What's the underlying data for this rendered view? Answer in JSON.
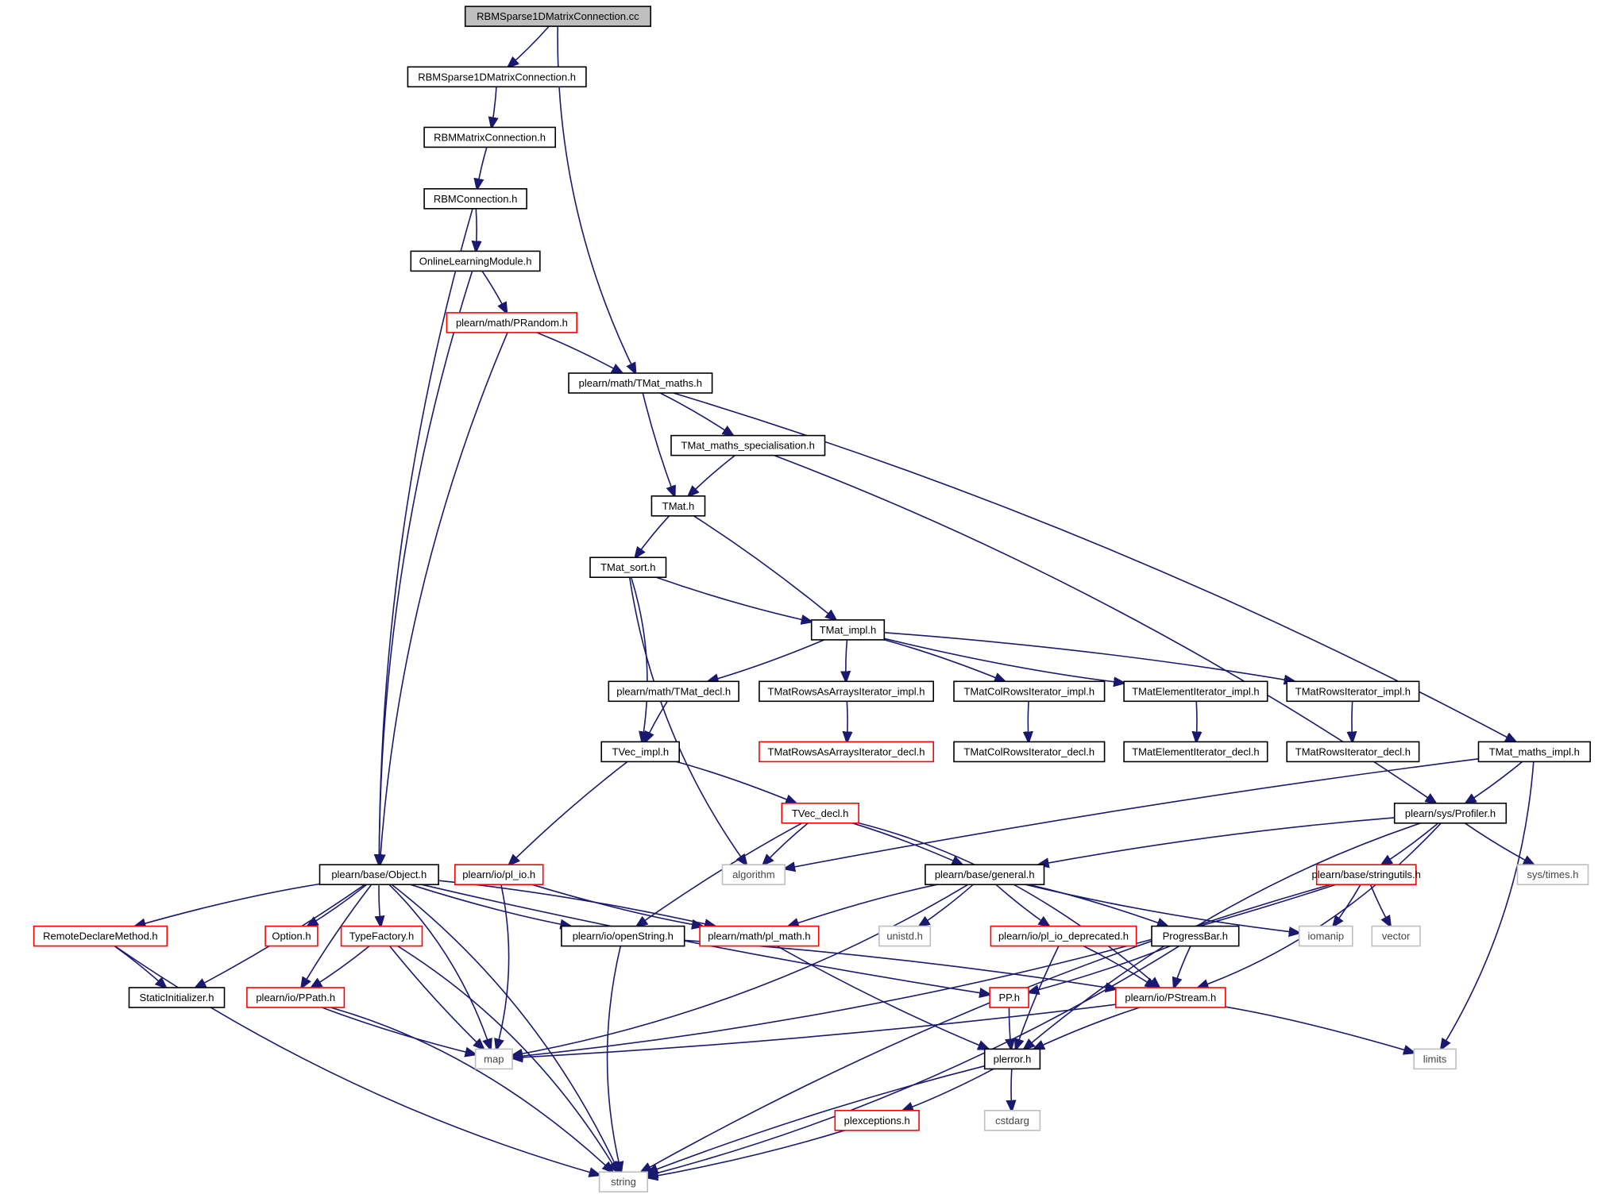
{
  "graph": {
    "title": "RBMSparse1DMatrixConnection.cc",
    "colors": {
      "edge": "#191970",
      "root_fill": "#bfbfbf",
      "has_more_border": "#ff0000",
      "normal_border": "#000000",
      "system_border": "#bfbfbf"
    },
    "nodes": [
      {
        "id": "root",
        "label": "RBMSparse1DMatrixConnection.cc",
        "style": "root"
      },
      {
        "id": "n1",
        "label": "RBMSparse1DMatrixConnection.h",
        "style": "normal"
      },
      {
        "id": "n2",
        "label": "RBMMatrixConnection.h",
        "style": "normal"
      },
      {
        "id": "n3",
        "label": "RBMConnection.h",
        "style": "normal"
      },
      {
        "id": "n4",
        "label": "OnlineLearningModule.h",
        "style": "normal"
      },
      {
        "id": "n5",
        "label": "plearn/math/PRandom.h",
        "style": "red"
      },
      {
        "id": "n6",
        "label": "plearn/math/TMat_maths.h",
        "style": "normal"
      },
      {
        "id": "n7",
        "label": "TMat_maths_specialisation.h",
        "style": "normal"
      },
      {
        "id": "n8",
        "label": "TMat.h",
        "style": "normal"
      },
      {
        "id": "n9",
        "label": "TMat_sort.h",
        "style": "normal"
      },
      {
        "id": "n10",
        "label": "TMat_impl.h",
        "style": "normal"
      },
      {
        "id": "n11",
        "label": "plearn/math/TMat_decl.h",
        "style": "normal"
      },
      {
        "id": "n12",
        "label": "TMatRowsAsArraysIterator_impl.h",
        "style": "normal"
      },
      {
        "id": "n13",
        "label": "TMatColRowsIterator_impl.h",
        "style": "normal"
      },
      {
        "id": "n14",
        "label": "TMatElementIterator_impl.h",
        "style": "normal"
      },
      {
        "id": "n15",
        "label": "TMatRowsIterator_impl.h",
        "style": "normal"
      },
      {
        "id": "n16",
        "label": "TVec_impl.h",
        "style": "normal"
      },
      {
        "id": "n17",
        "label": "TMatRowsAsArraysIterator_decl.h",
        "style": "red"
      },
      {
        "id": "n18",
        "label": "TMatColRowsIterator_decl.h",
        "style": "normal"
      },
      {
        "id": "n19",
        "label": "TMatElementIterator_decl.h",
        "style": "normal"
      },
      {
        "id": "n20",
        "label": "TMatRowsIterator_decl.h",
        "style": "normal"
      },
      {
        "id": "n21",
        "label": "TMat_maths_impl.h",
        "style": "normal"
      },
      {
        "id": "n22",
        "label": "TVec_decl.h",
        "style": "red"
      },
      {
        "id": "n23",
        "label": "plearn/sys/Profiler.h",
        "style": "normal"
      },
      {
        "id": "n24",
        "label": "plearn/base/Object.h",
        "style": "normal"
      },
      {
        "id": "n25",
        "label": "plearn/io/pl_io.h",
        "style": "red"
      },
      {
        "id": "n26",
        "label": "algorithm",
        "style": "gray"
      },
      {
        "id": "n27",
        "label": "plearn/base/general.h",
        "style": "normal"
      },
      {
        "id": "n28",
        "label": "plearn/base/stringutils.h",
        "style": "red"
      },
      {
        "id": "n29",
        "label": "sys/times.h",
        "style": "gray"
      },
      {
        "id": "n30",
        "label": "RemoteDeclareMethod.h",
        "style": "red"
      },
      {
        "id": "n31",
        "label": "Option.h",
        "style": "red"
      },
      {
        "id": "n32",
        "label": "TypeFactory.h",
        "style": "red"
      },
      {
        "id": "n33",
        "label": "plearn/io/openString.h",
        "style": "normal"
      },
      {
        "id": "n34",
        "label": "plearn/math/pl_math.h",
        "style": "red"
      },
      {
        "id": "n35",
        "label": "unistd.h",
        "style": "gray"
      },
      {
        "id": "n36",
        "label": "plearn/io/pl_io_deprecated.h",
        "style": "red"
      },
      {
        "id": "n37",
        "label": "ProgressBar.h",
        "style": "normal"
      },
      {
        "id": "n38",
        "label": "iomanip",
        "style": "gray"
      },
      {
        "id": "n39",
        "label": "vector",
        "style": "gray"
      },
      {
        "id": "n40",
        "label": "StaticInitializer.h",
        "style": "normal"
      },
      {
        "id": "n41",
        "label": "plearn/io/PPath.h",
        "style": "red"
      },
      {
        "id": "n42",
        "label": "PP.h",
        "style": "red"
      },
      {
        "id": "n43",
        "label": "plearn/io/PStream.h",
        "style": "red"
      },
      {
        "id": "n44",
        "label": "map",
        "style": "gray"
      },
      {
        "id": "n45",
        "label": "plerror.h",
        "style": "normal"
      },
      {
        "id": "n46",
        "label": "limits",
        "style": "gray"
      },
      {
        "id": "n47",
        "label": "cstdarg",
        "style": "gray"
      },
      {
        "id": "n48",
        "label": "plexceptions.h",
        "style": "red"
      },
      {
        "id": "n49",
        "label": "string",
        "style": "gray"
      }
    ],
    "edges": [
      [
        "root",
        "n1"
      ],
      [
        "root",
        "n6"
      ],
      [
        "n1",
        "n2"
      ],
      [
        "n2",
        "n3"
      ],
      [
        "n3",
        "n4"
      ],
      [
        "n3",
        "n24"
      ],
      [
        "n4",
        "n5"
      ],
      [
        "n4",
        "n24"
      ],
      [
        "n5",
        "n6"
      ],
      [
        "n5",
        "n24"
      ],
      [
        "n6",
        "n7"
      ],
      [
        "n6",
        "n8"
      ],
      [
        "n6",
        "n21"
      ],
      [
        "n7",
        "n8"
      ],
      [
        "n7",
        "n23"
      ],
      [
        "n8",
        "n9"
      ],
      [
        "n8",
        "n10"
      ],
      [
        "n9",
        "n10"
      ],
      [
        "n9",
        "n16"
      ],
      [
        "n9",
        "n26"
      ],
      [
        "n10",
        "n11"
      ],
      [
        "n10",
        "n12"
      ],
      [
        "n10",
        "n13"
      ],
      [
        "n10",
        "n14"
      ],
      [
        "n10",
        "n15"
      ],
      [
        "n11",
        "n16"
      ],
      [
        "n12",
        "n17"
      ],
      [
        "n13",
        "n18"
      ],
      [
        "n14",
        "n19"
      ],
      [
        "n15",
        "n20"
      ],
      [
        "n16",
        "n22"
      ],
      [
        "n16",
        "n25"
      ],
      [
        "n21",
        "n23"
      ],
      [
        "n21",
        "n26"
      ],
      [
        "n21",
        "n46"
      ],
      [
        "n22",
        "n26"
      ],
      [
        "n22",
        "n27"
      ],
      [
        "n22",
        "n33"
      ],
      [
        "n22",
        "n43"
      ],
      [
        "n23",
        "n27"
      ],
      [
        "n23",
        "n28"
      ],
      [
        "n23",
        "n29"
      ],
      [
        "n23",
        "n43"
      ],
      [
        "n23",
        "n45"
      ],
      [
        "n24",
        "n49"
      ],
      [
        "n24",
        "n30"
      ],
      [
        "n24",
        "n40"
      ],
      [
        "n24",
        "n41"
      ],
      [
        "n24",
        "n31"
      ],
      [
        "n24",
        "n32"
      ],
      [
        "n24",
        "n44"
      ],
      [
        "n24",
        "n33"
      ],
      [
        "n24",
        "n34"
      ],
      [
        "n24",
        "n42"
      ],
      [
        "n25",
        "n44"
      ],
      [
        "n25",
        "n34"
      ],
      [
        "n27",
        "n44"
      ],
      [
        "n27",
        "n34"
      ],
      [
        "n27",
        "n35"
      ],
      [
        "n27",
        "n36"
      ],
      [
        "n27",
        "n37"
      ],
      [
        "n27",
        "n38"
      ],
      [
        "n28",
        "n38"
      ],
      [
        "n28",
        "n39"
      ],
      [
        "n28",
        "n44"
      ],
      [
        "n28",
        "n49"
      ],
      [
        "n30",
        "n40"
      ],
      [
        "n30",
        "n49"
      ],
      [
        "n32",
        "n41"
      ],
      [
        "n32",
        "n44"
      ],
      [
        "n32",
        "n49"
      ],
      [
        "n33",
        "n49"
      ],
      [
        "n33",
        "n43"
      ],
      [
        "n34",
        "n45"
      ],
      [
        "n36",
        "n43"
      ],
      [
        "n36",
        "n45"
      ],
      [
        "n37",
        "n42"
      ],
      [
        "n37",
        "n43"
      ],
      [
        "n37",
        "n49"
      ],
      [
        "n41",
        "n44"
      ],
      [
        "n41",
        "n49"
      ],
      [
        "n42",
        "n45"
      ],
      [
        "n43",
        "n44"
      ],
      [
        "n43",
        "n45"
      ],
      [
        "n43",
        "n46"
      ],
      [
        "n45",
        "n47"
      ],
      [
        "n45",
        "n48"
      ],
      [
        "n45",
        "n49"
      ],
      [
        "n48",
        "n49"
      ]
    ]
  }
}
